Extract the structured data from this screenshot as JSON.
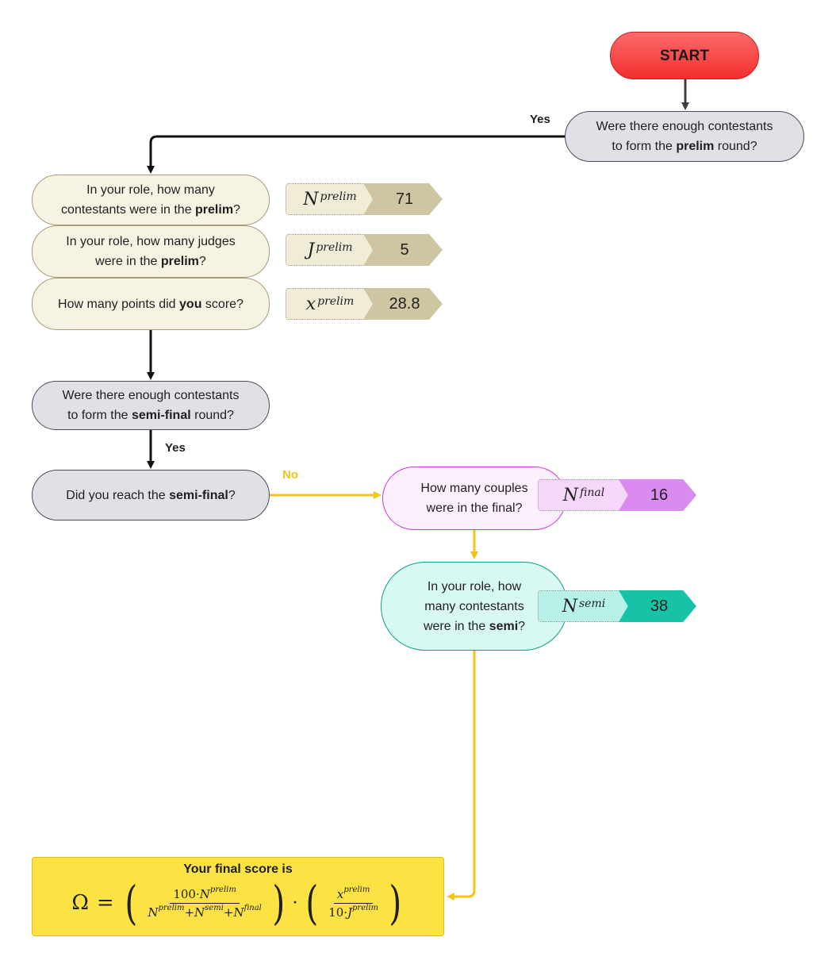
{
  "start": {
    "label": "START"
  },
  "q_prelim_round": {
    "line1": "Were there enough contestants",
    "pre": "to form the ",
    "bold": "prelim",
    "post": " round?"
  },
  "edge_yes_top": "Yes",
  "q_prelim_contestants": {
    "line1": "In your role, how many",
    "pre": "contestants were in the ",
    "bold": "prelim",
    "post": "?"
  },
  "q_prelim_judges": {
    "line1": "In your role, how many judges",
    "pre": "were in the ",
    "bold": "prelim",
    "post": "?"
  },
  "q_prelim_points": {
    "pre": "How many points did ",
    "bold": "you",
    "post": " score?"
  },
  "q_semi_round": {
    "line1": "Were there enough contestants",
    "pre": "to form the ",
    "bold": "semi-final",
    "post": " round?"
  },
  "edge_yes_semi": "Yes",
  "q_reach_semi": {
    "pre": "Did you reach the ",
    "bold": "semi-final",
    "post": "?"
  },
  "edge_no": "No",
  "q_final_couples": {
    "line1": "How many couples",
    "line2": "were in the final?"
  },
  "q_semi_contestants": {
    "line1": "In your role, how",
    "line2": "many contestants",
    "pre": "were in the ",
    "bold": "semi",
    "post": "?"
  },
  "vars": {
    "n_prelim": {
      "symbol": "N",
      "sup": "prelim",
      "value": "71"
    },
    "j_prelim": {
      "symbol": "J",
      "sup": "prelim",
      "value": "5"
    },
    "x_prelim": {
      "symbol": "x",
      "sup": "prelim",
      "value": "28.8"
    },
    "n_final": {
      "symbol": "N",
      "sup": "final",
      "value": "16"
    },
    "n_semi": {
      "symbol": "N",
      "sup": "semi",
      "value": "38"
    }
  },
  "result": {
    "title": "Your final score is",
    "omega": "Ω",
    "equals": "=",
    "num1_coef": "100·",
    "n": "N",
    "j": "J",
    "x": "x",
    "plus": "+",
    "sup_prelim": "prelim",
    "sup_semi": "semi",
    "sup_final": "final",
    "dot": "·",
    "den2_coef": "10·"
  },
  "colors": {
    "start": "#f22e2e",
    "gray": "#dfe1e6",
    "cream": "#f6f3e3",
    "tan": "#cfc5a3",
    "pink_light": "#f6d7fb",
    "pink": "#d98bf0",
    "teal_light": "#b6f2e8",
    "teal": "#16c3a6",
    "yellow": "#fde244",
    "flow_yellow": "#f2c418",
    "flow_dark": "#3c3f47"
  }
}
